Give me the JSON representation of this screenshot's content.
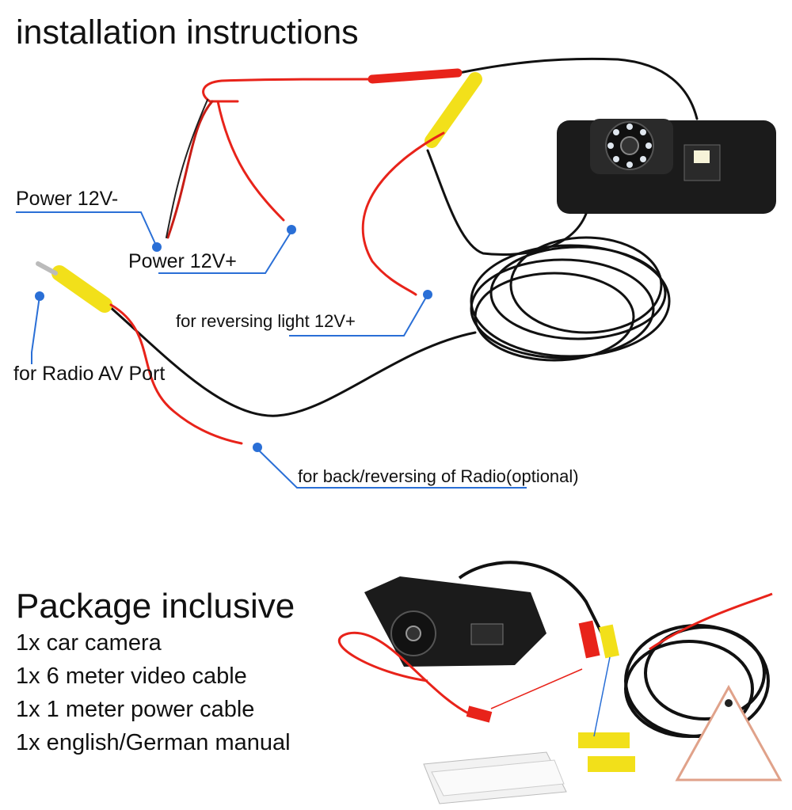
{
  "installation": {
    "title": "installation instructions",
    "labels": {
      "power_neg": "Power 12V-",
      "power_pos": "Power 12V+",
      "reversing_light": "for reversing light 12V+",
      "radio_av": "for Radio AV Port",
      "back_reversing": "for back/reversing of Radio(optional)"
    }
  },
  "package": {
    "title": "Package inclusive",
    "items": [
      "1x car camera",
      "1x 6 meter video cable",
      "1x 1 meter power cable",
      "1x english/German manual"
    ]
  },
  "colors": {
    "callout_blue": "#2a6fd6",
    "wire_red": "#e8231a",
    "connector_yellow": "#f2e01a",
    "cable_black": "#111111"
  }
}
